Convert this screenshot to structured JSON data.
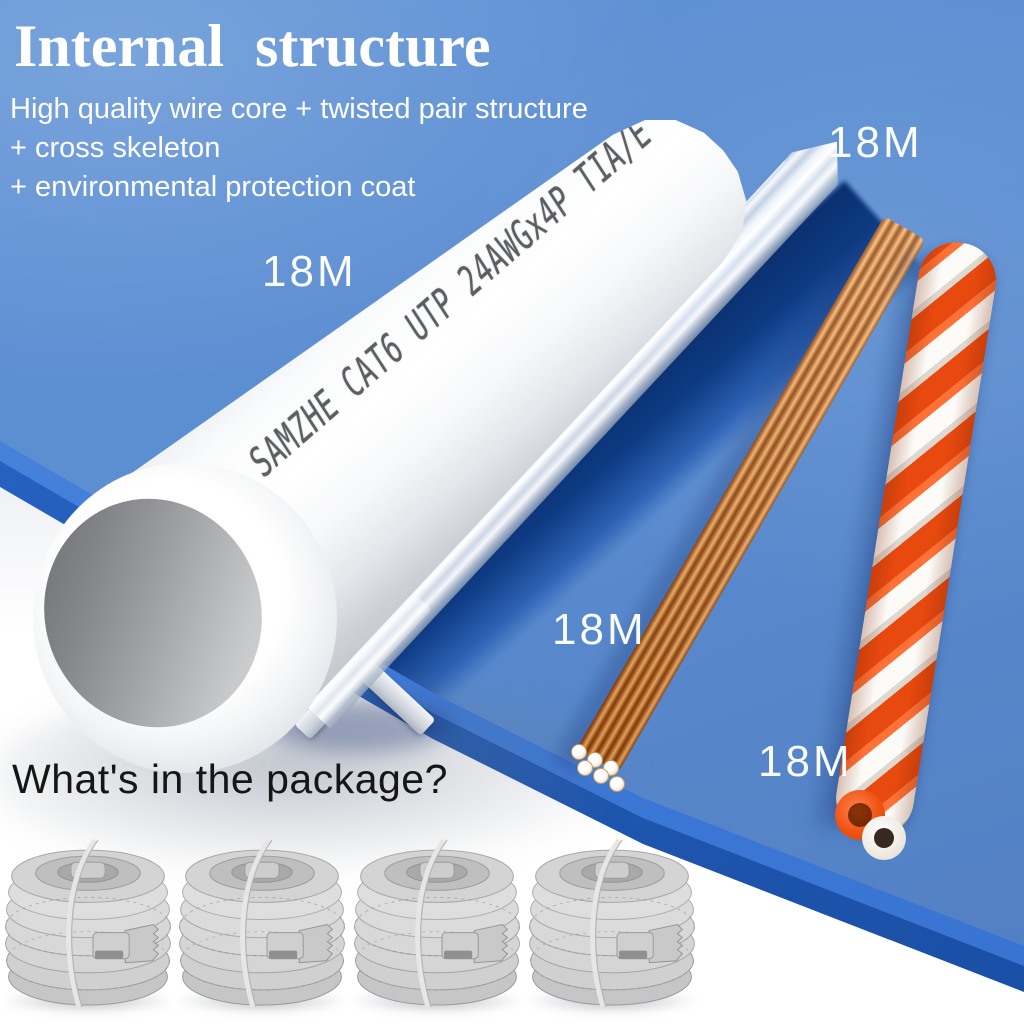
{
  "banner": {
    "title": "Internal structure",
    "subtitle_lines": [
      "High quality wire core + twisted pair structure",
      "+ cross skeleton",
      "+ environmental protection coat"
    ]
  },
  "tube": {
    "print_text": "SAMZHE CAT6 UTP 24AWGx4P TIA/E"
  },
  "length_labels": {
    "tube": "18M",
    "skeleton": "18M",
    "copper_core": "18M",
    "twisted_pair": "18M"
  },
  "package": {
    "heading": "What's in the package?",
    "coil_count": 4
  },
  "colors": {
    "wall_blue": "#5b8dd1",
    "edge_blue_light": "#3c79d6",
    "edge_blue_dark": "#2058b0",
    "shadow_navy": "#0d3a82",
    "floor_white": "#ffffff",
    "pair_orange": "#e8490f",
    "copper": "#c9752f",
    "cable_gray": "#d6d6d6"
  }
}
